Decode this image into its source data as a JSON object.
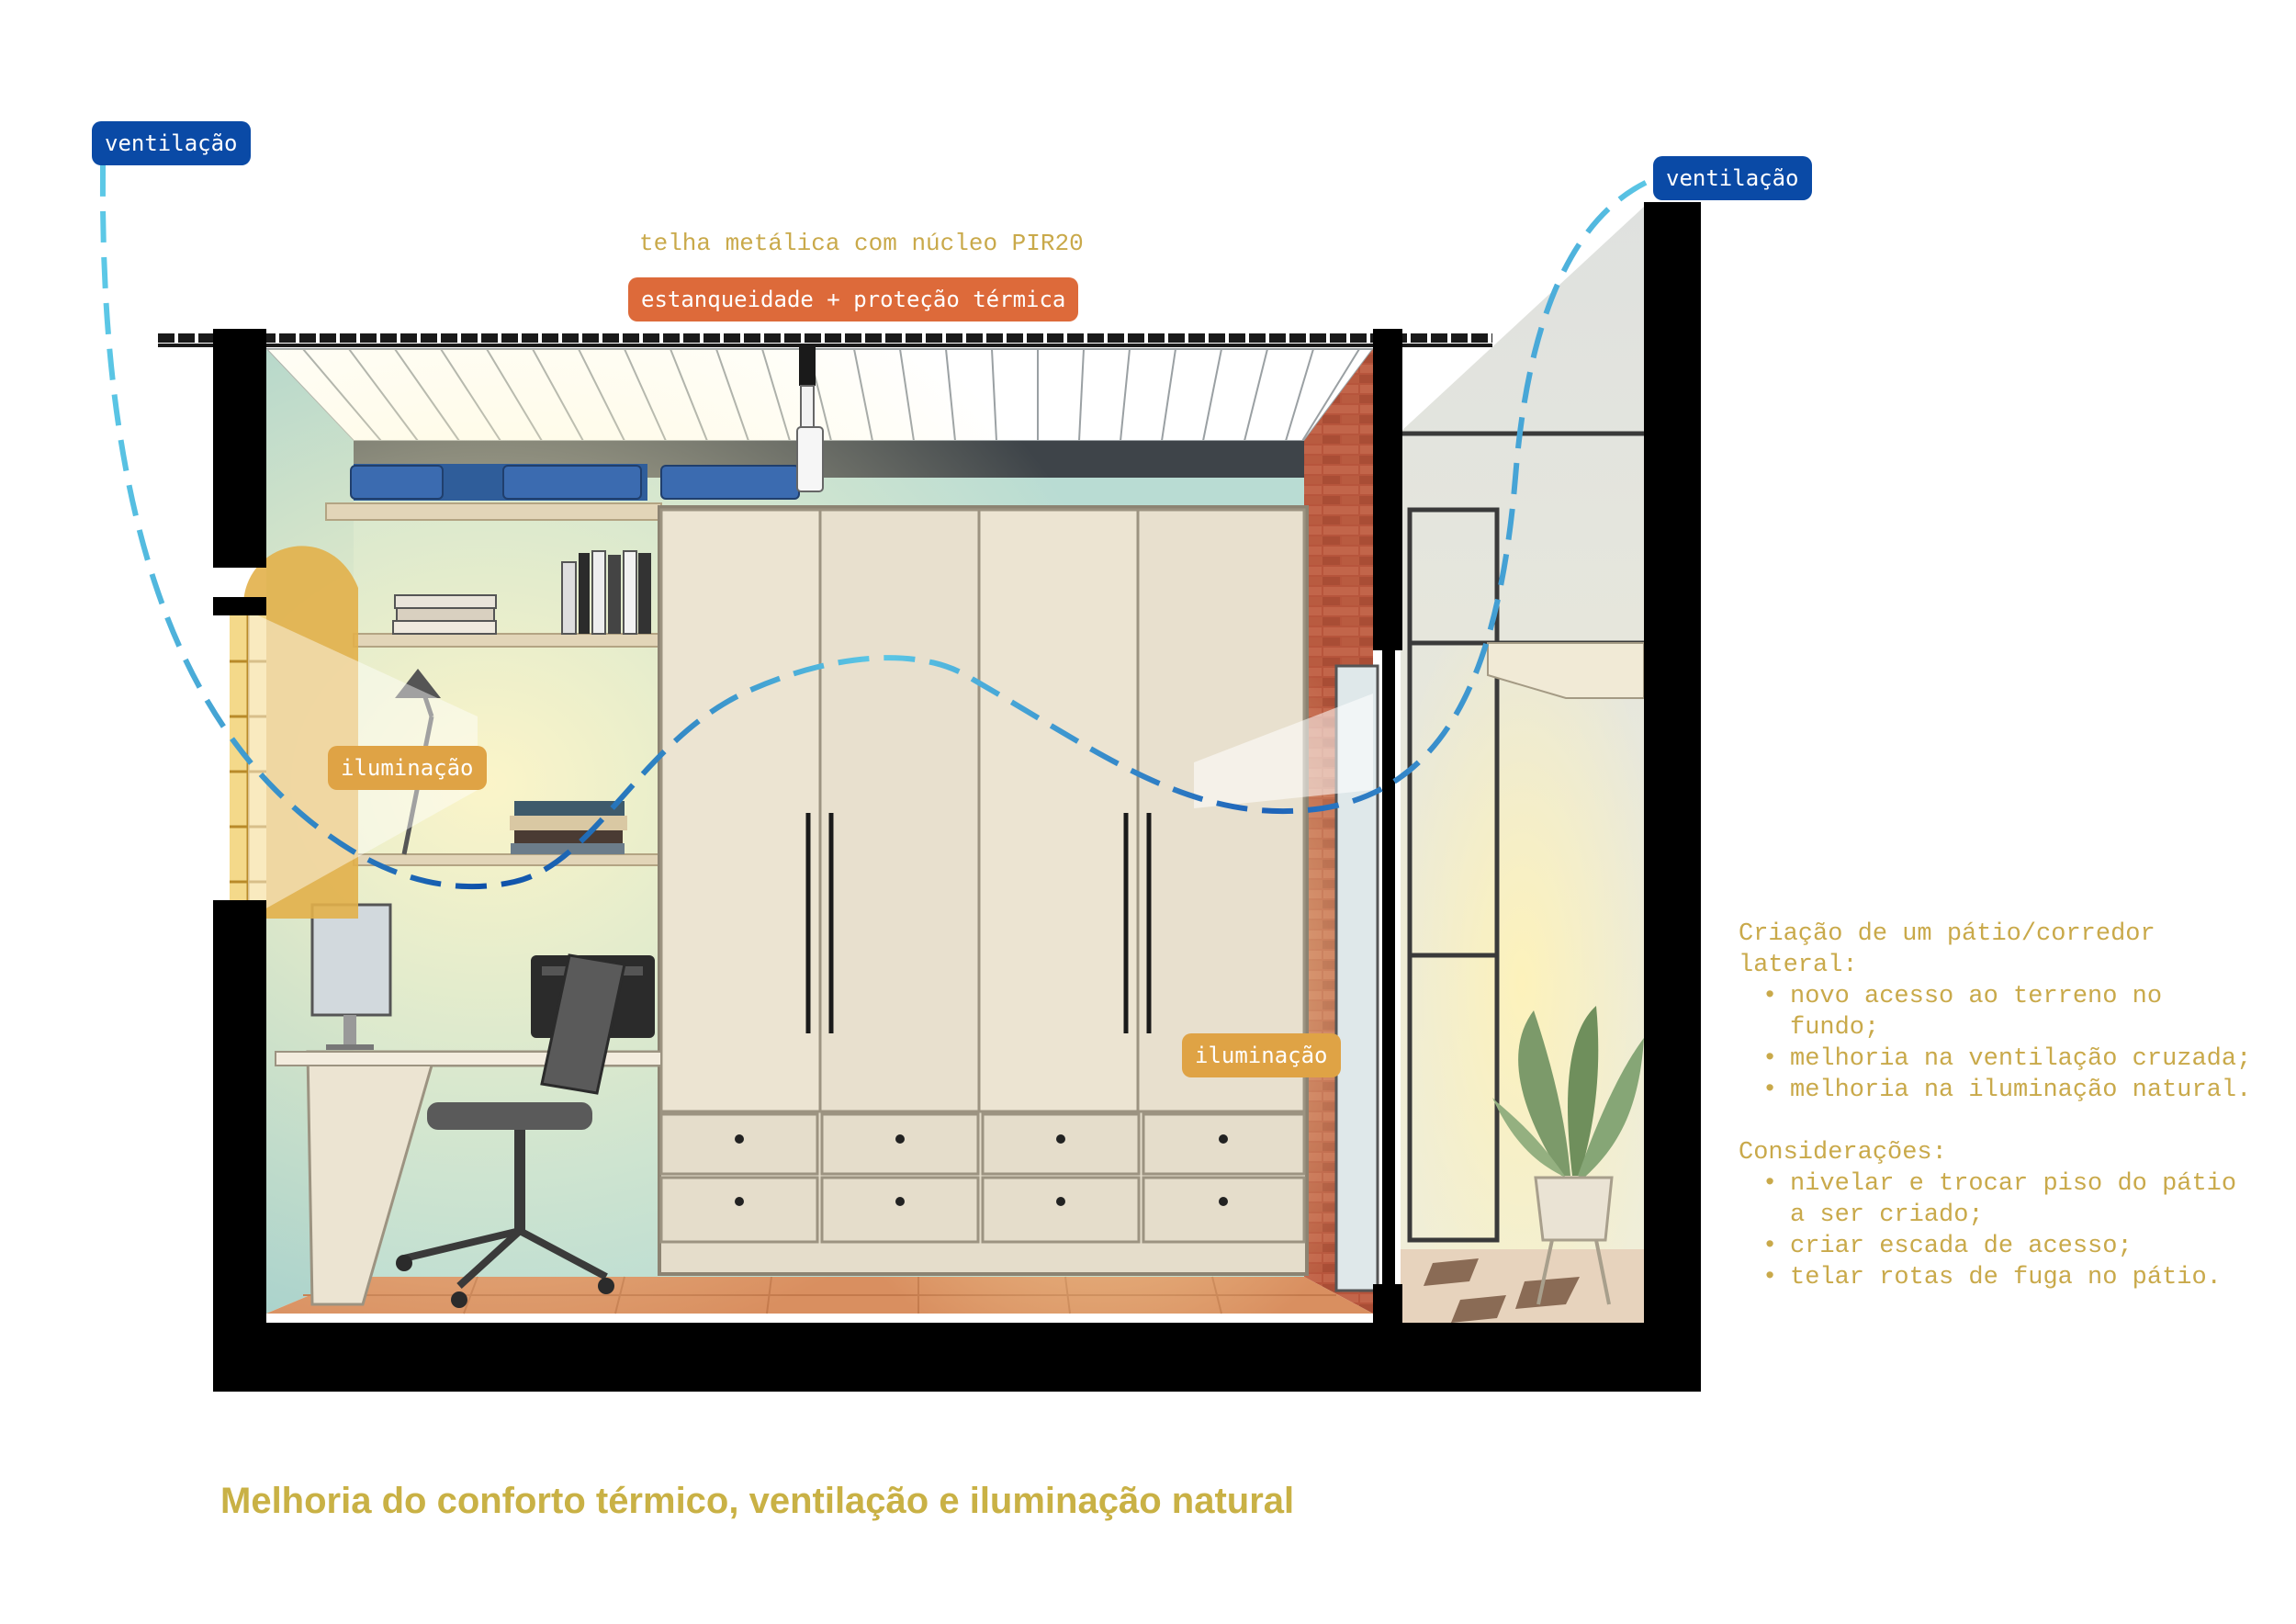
{
  "labels": {
    "ventilation_left": "ventilação",
    "ventilation_right": "ventilação",
    "roof_material": "telha metálica com núcleo PIR20",
    "roof_benefit": "estanqueidade + proteção térmica",
    "lighting_left": "iluminação",
    "lighting_right": "iluminação"
  },
  "notes": {
    "heading_1": "Criação de um pátio/corredor lateral:",
    "items_1": [
      "novo acesso ao terreno no fundo;",
      "melhoria na ventilação cruzada;",
      "melhoria na iluminação natural."
    ],
    "heading_2": "Considerações:",
    "items_2": [
      "nivelar e trocar piso do pátio a ser criado;",
      "criar escada de acesso;",
      "telar rotas de fuga no pátio."
    ]
  },
  "caption": "Melhoria do conforto térmico, ventilação e iluminação natural",
  "colors": {
    "ventilation_tag": "#0a4aa6",
    "roof_tag": "#dd6a3a",
    "lighting_tag": "#dfa345",
    "text_gold": "#c9a94a",
    "airflow_light": "#5cc8e6",
    "airflow_dark": "#0d4ea8",
    "wall": "#000000"
  },
  "icons": {
    "window": "window-icon",
    "plant": "plant-icon",
    "chair": "chair-icon",
    "monitor": "monitor-icon",
    "lamp": "lamp-icon"
  }
}
